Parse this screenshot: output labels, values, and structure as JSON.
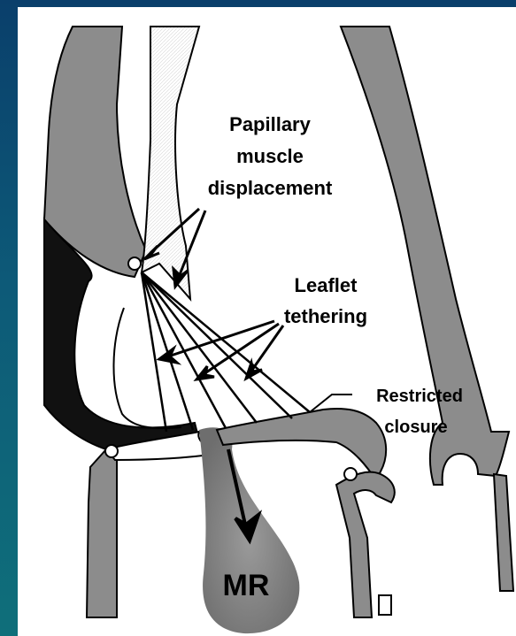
{
  "labels": {
    "papillary": [
      "Papillary",
      "muscle",
      "displacement"
    ],
    "leaflet": [
      "Leaflet",
      "tethering"
    ],
    "restricted": [
      "Restricted",
      "closure"
    ],
    "mr": "MR"
  },
  "colors": {
    "wall": "#8c8c8c",
    "myocardium_dark": "#111111",
    "jet": "#7a7a7a",
    "background_frame": "#0d5a78"
  }
}
